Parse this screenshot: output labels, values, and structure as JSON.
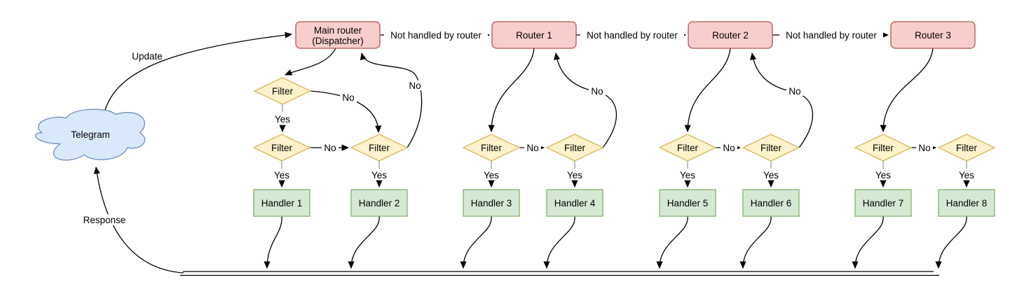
{
  "labels": {
    "update": "Update",
    "response": "Response",
    "yes": "Yes",
    "no": "No",
    "not_handled": "Not handled by router",
    "filter": "Filter"
  },
  "nodes": {
    "telegram": "Telegram",
    "main_router_line1": "Main router",
    "main_router_line2": "(Dispatcher)",
    "routers": [
      "Router 1",
      "Router 2",
      "Router 3"
    ],
    "handlers": [
      "Handler 1",
      "Handler 2",
      "Handler 3",
      "Handler 4",
      "Handler 5",
      "Handler 6",
      "Handler 7",
      "Handler 8"
    ]
  },
  "colors": {
    "router_fill": "#f8cecc",
    "router_stroke": "#b85450",
    "filter_fill": "#fff2cc",
    "filter_stroke": "#d6b656",
    "handler_fill": "#d5e8d4",
    "handler_stroke": "#82b366",
    "cloud_fill": "#dae8fc",
    "cloud_stroke": "#6c8ebf",
    "edge": "#000000",
    "stub": "#999999",
    "background": "#ffffff"
  }
}
